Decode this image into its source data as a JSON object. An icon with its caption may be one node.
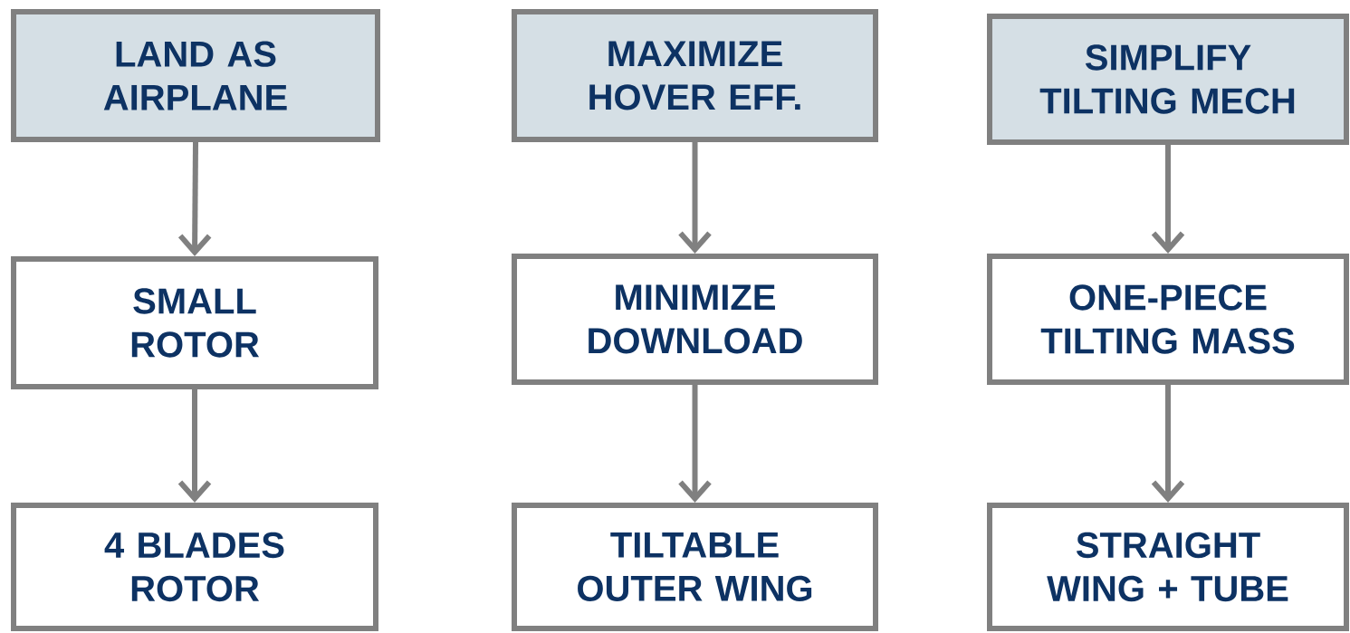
{
  "diagram": {
    "nodes": [
      {
        "text": [
          "LAND AS AIRPLANE"
        ]
      },
      {
        "text": [
          "MAXIMIZE HOVER EFF."
        ]
      },
      {
        "text": [
          "SIMPLIFY TILTING MECH"
        ]
      },
      {
        "text": [
          "SMALL ROTOR"
        ]
      },
      {
        "text": [
          "MINIMIZE DOWNLOAD"
        ]
      },
      {
        "text": [
          "ONE-PIECE TILTING MASS"
        ]
      },
      {
        "text": [
          "4 BLADES ROTOR"
        ]
      },
      {
        "text": [
          "TILTABLE OUTER WING"
        ]
      },
      {
        "text": [
          "STRAIGHT WING + TUBE"
        ]
      }
    ],
    "edges": [
      {
        "from": 0,
        "to": 3,
        "arrow": "to"
      },
      {
        "from": 3,
        "to": 6,
        "arrow": "to"
      },
      {
        "from": 1,
        "to": 4,
        "arrow": "to"
      },
      {
        "from": 4,
        "to": 7,
        "arrow": "to"
      },
      {
        "from": 2,
        "to": 5,
        "arrow": "to"
      },
      {
        "from": 5,
        "to": 8,
        "arrow": "to"
      }
    ]
  }
}
